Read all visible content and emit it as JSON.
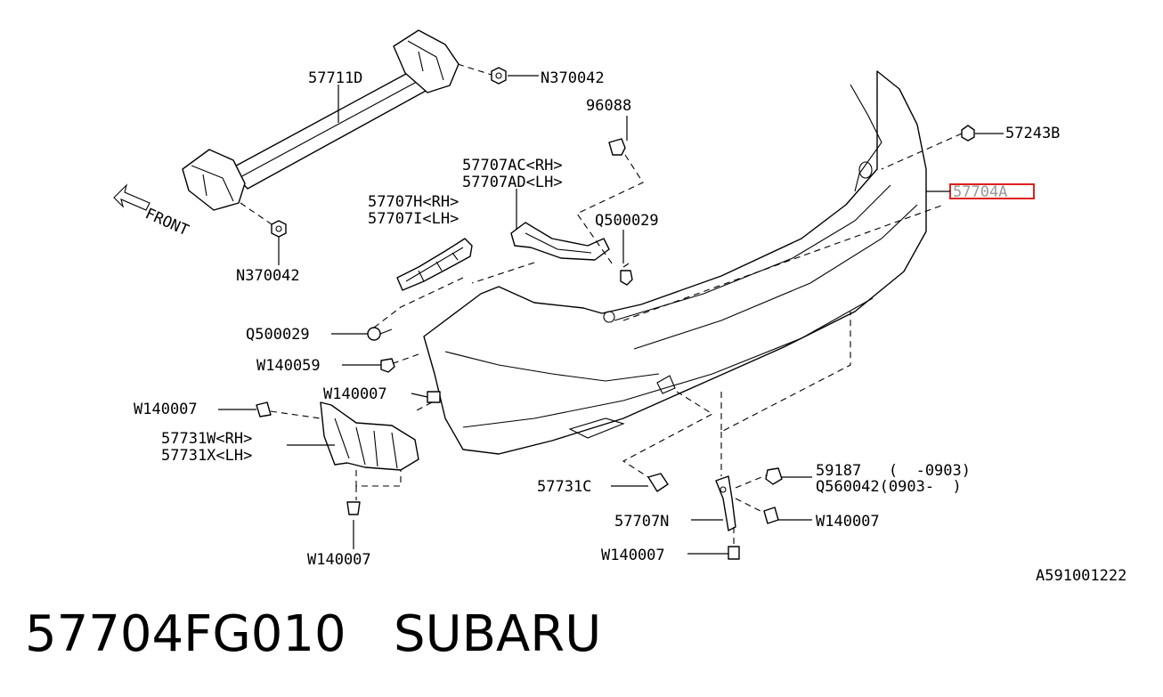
{
  "diagram": {
    "labels": {
      "l_57711d": "57711D",
      "l_n370042_top": "N370042",
      "l_n370042_left": "N370042",
      "l_front": "FRONT",
      "l_96088": "96088",
      "l_57707ac": "57707AC<RH>",
      "l_57707ad": "57707AD<LH>",
      "l_q500029_right": "Q500029",
      "l_57707h": "57707H<RH>",
      "l_57707i": "57707I<LH>",
      "l_57243b": "57243B",
      "l_57704a": "57704A",
      "l_q500029_left": "Q500029",
      "l_w140059": "W140059",
      "l_w140007_a": "W140007",
      "l_w140007_b": "W140007",
      "l_57731w": "57731W<RH>",
      "l_57731x": "57731X<LH>",
      "l_w140007_c": "W140007",
      "l_57731c": "57731C",
      "l_59187": "59187   (  -0903)",
      "l_q560042": "Q560042(0903-  )",
      "l_57707n": "57707N",
      "l_w140007_d": "W140007",
      "l_w140007_e": "W140007",
      "l_ref": "A591001222"
    },
    "highlight_color": "#e02020"
  },
  "caption": {
    "part_number": "57704FG010",
    "brand": "SUBARU"
  }
}
